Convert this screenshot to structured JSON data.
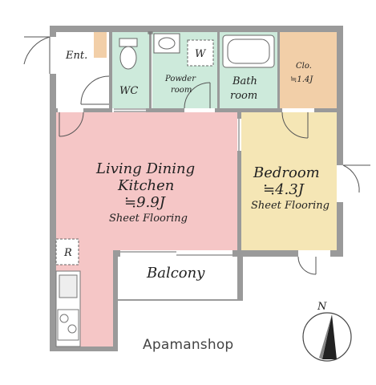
{
  "rooms": {
    "entrance": "Ent.",
    "wc": "WC",
    "washer": "W",
    "powder_line1": "Powder",
    "powder_line2": "room",
    "bath_line1": "Bath",
    "bath_line2": "room",
    "closet_name": "Clo.",
    "closet_size": "≒1.4J",
    "ldk_line1": "Living Dining",
    "ldk_line2": "Kitchen",
    "ldk_size": "≒9.9J",
    "ldk_floor": "Sheet Flooring",
    "bedroom_name": "Bedroom",
    "bedroom_size": "≒4.3J",
    "bedroom_floor": "Sheet Flooring",
    "balcony": "Balcony",
    "fridge": "R"
  },
  "compass": {
    "north": "N"
  },
  "brand": "Apamanshop",
  "colors": {
    "wall": "#9a9a9a",
    "ldk": "#f5c6c6",
    "bedroom": "#f5e6b5",
    "closet": "#f2cfa8",
    "wet_area": "#cdeadb",
    "entrance": "#ffffff"
  }
}
